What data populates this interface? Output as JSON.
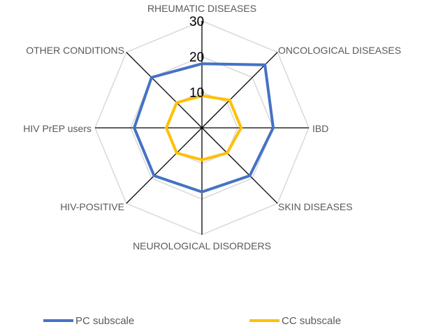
{
  "chart_data": {
    "type": "radar",
    "categories": [
      "RHEUMATIC DISEASES",
      "ONCOLOGICAL DISEASES",
      "IBD",
      "SKIN DISEASES",
      "NEUROLOGICAL DISORDERS",
      "HIV-POSITIVE",
      "HIV PrEP users",
      "OTHER CONDITIONS"
    ],
    "series": [
      {
        "name": "PC subscale",
        "color": "#4472C4",
        "values": [
          18,
          25,
          20,
          19,
          18,
          19,
          19,
          20
        ]
      },
      {
        "name": "CC subscale",
        "color": "#FFC000",
        "values": [
          9,
          11,
          11,
          10,
          9,
          10,
          10,
          10
        ]
      }
    ],
    "radial_ticks": [
      "10",
      "20",
      "30"
    ],
    "rmax": 30,
    "grid": true,
    "legend_position": "bottom"
  }
}
